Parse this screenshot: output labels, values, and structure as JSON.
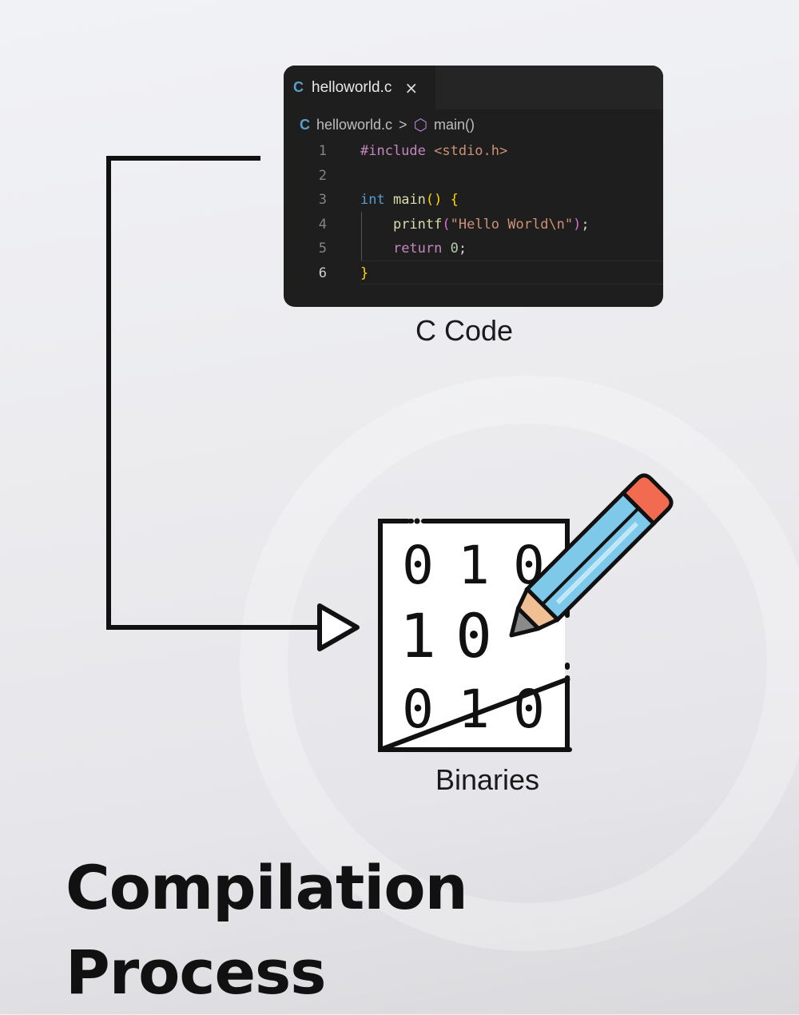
{
  "editor": {
    "tab": {
      "icon": "C",
      "filename": "helloworld.c",
      "close_icon": "×"
    },
    "breadcrumb": {
      "file_icon": "C",
      "file": "helloworld.c",
      "separator": ">",
      "symbol": "main()"
    },
    "active_line": 6,
    "lines": [
      {
        "number": "1",
        "tokens": [
          {
            "text": "#include",
            "type": "kw-dir"
          },
          {
            "text": " <stdio.h>",
            "type": "str"
          }
        ]
      },
      {
        "number": "2",
        "tokens": []
      },
      {
        "number": "3",
        "tokens": [
          {
            "text": "int",
            "type": "kw"
          },
          {
            "text": " ",
            "type": "txt"
          },
          {
            "text": "main",
            "type": "fn"
          },
          {
            "text": "()",
            "type": "br"
          },
          {
            "text": " ",
            "type": "txt"
          },
          {
            "text": "{",
            "type": "br"
          }
        ]
      },
      {
        "number": "4",
        "tokens": [
          {
            "text": "    ",
            "type": "txt"
          },
          {
            "text": "printf",
            "type": "fn"
          },
          {
            "text": "(",
            "type": "br2"
          },
          {
            "text": "\"Hello World\\n\"",
            "type": "str"
          },
          {
            "text": ")",
            "type": "br2"
          },
          {
            "text": ";",
            "type": "txt"
          }
        ]
      },
      {
        "number": "5",
        "tokens": [
          {
            "text": "    ",
            "type": "txt"
          },
          {
            "text": "return",
            "type": "ret"
          },
          {
            "text": " ",
            "type": "txt"
          },
          {
            "text": "0",
            "type": "num"
          },
          {
            "text": ";",
            "type": "txt"
          }
        ]
      },
      {
        "number": "6",
        "tokens": [
          {
            "text": "}",
            "type": "br"
          }
        ]
      }
    ]
  },
  "labels": {
    "c_code": "C Code",
    "binaries": "Binaries"
  },
  "binaries_icon": {
    "rows": [
      [
        "0",
        "1",
        "0"
      ],
      [
        "1",
        "0"
      ],
      [
        "0",
        "1",
        "0"
      ]
    ],
    "pencil_colors": {
      "body": "#7ec8ea",
      "eraser": "#f26b50",
      "wood": "#f0c094",
      "tip": "#8a8a8a"
    }
  },
  "title": {
    "line1": "Compilation",
    "line2": "Process"
  }
}
